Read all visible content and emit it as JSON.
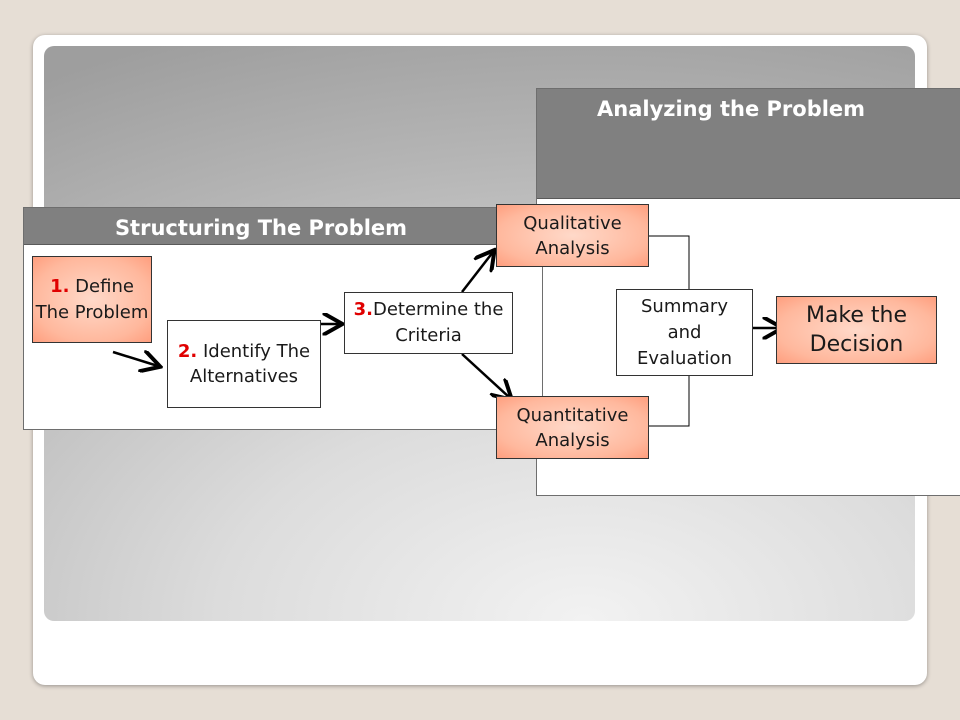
{
  "structuring": {
    "header": "Structuring The Problem",
    "step1": {
      "num": "1.",
      "label": "Define The Problem"
    },
    "step2": {
      "num": "2.",
      "label": "Identify The Alternatives"
    },
    "step3": {
      "num": "3.",
      "label": "Determine the Criteria"
    }
  },
  "analyzing": {
    "header": "Analyzing the Problem",
    "qualitative": "Qualitative Analysis",
    "quantitative": "Quantitative Analysis",
    "summary": "Summary and Evaluation"
  },
  "decision": "Make the Decision",
  "colors": {
    "header_bg": "#808080",
    "box_fill": "#ffb89d",
    "step_number": "#e00000"
  }
}
